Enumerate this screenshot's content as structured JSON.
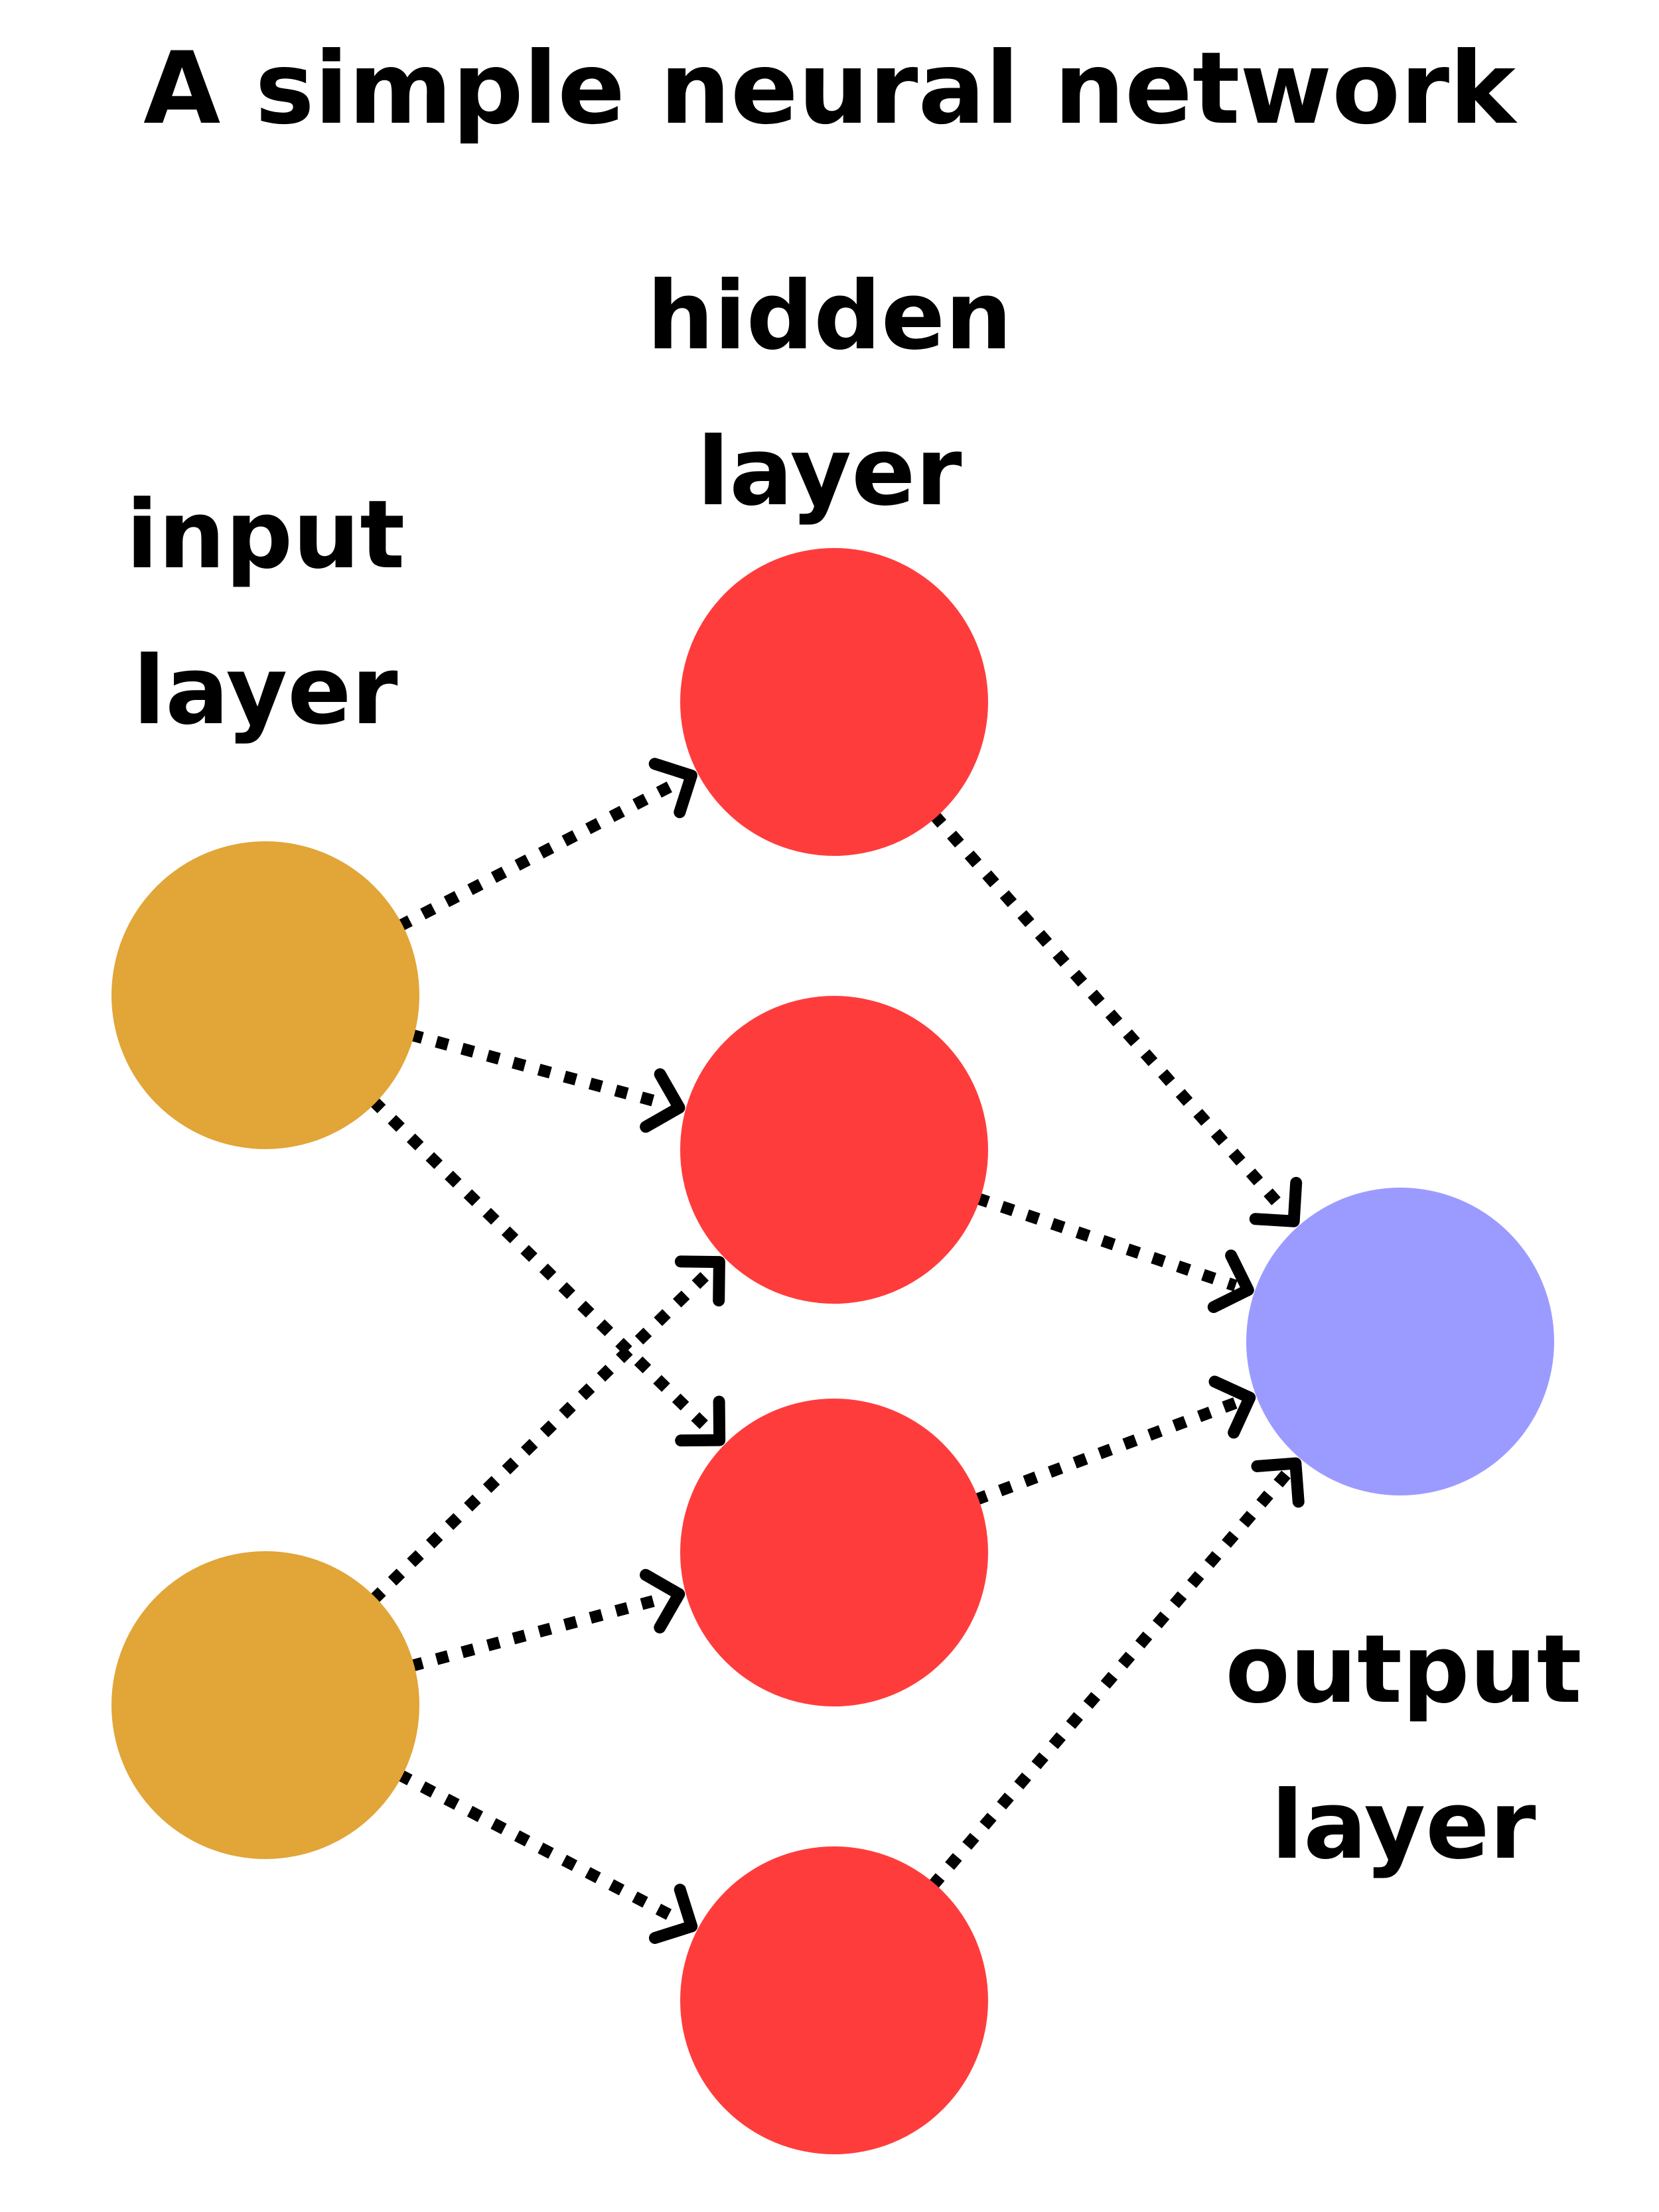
{
  "title": "A simple neural network",
  "labels": {
    "input": [
      "input",
      "layer"
    ],
    "hidden": [
      "hidden",
      "layer"
    ],
    "output": [
      "output",
      "layer"
    ]
  },
  "colors": {
    "input_node": "#E1A538",
    "hidden_node": "#FF3C3C",
    "output_node": "#9B9BFF",
    "edge": "#000000"
  },
  "layers": {
    "input": [
      "in1",
      "in2"
    ],
    "hidden": [
      "h1",
      "h2",
      "h3",
      "h4"
    ],
    "output": [
      "out"
    ]
  },
  "edges": [
    [
      "in1",
      "h1"
    ],
    [
      "in1",
      "h2"
    ],
    [
      "in1",
      "h3"
    ],
    [
      "in2",
      "h2"
    ],
    [
      "in2",
      "h3"
    ],
    [
      "in2",
      "h4"
    ],
    [
      "h1",
      "out"
    ],
    [
      "h2",
      "out"
    ],
    [
      "h3",
      "out"
    ],
    [
      "h4",
      "out"
    ]
  ]
}
